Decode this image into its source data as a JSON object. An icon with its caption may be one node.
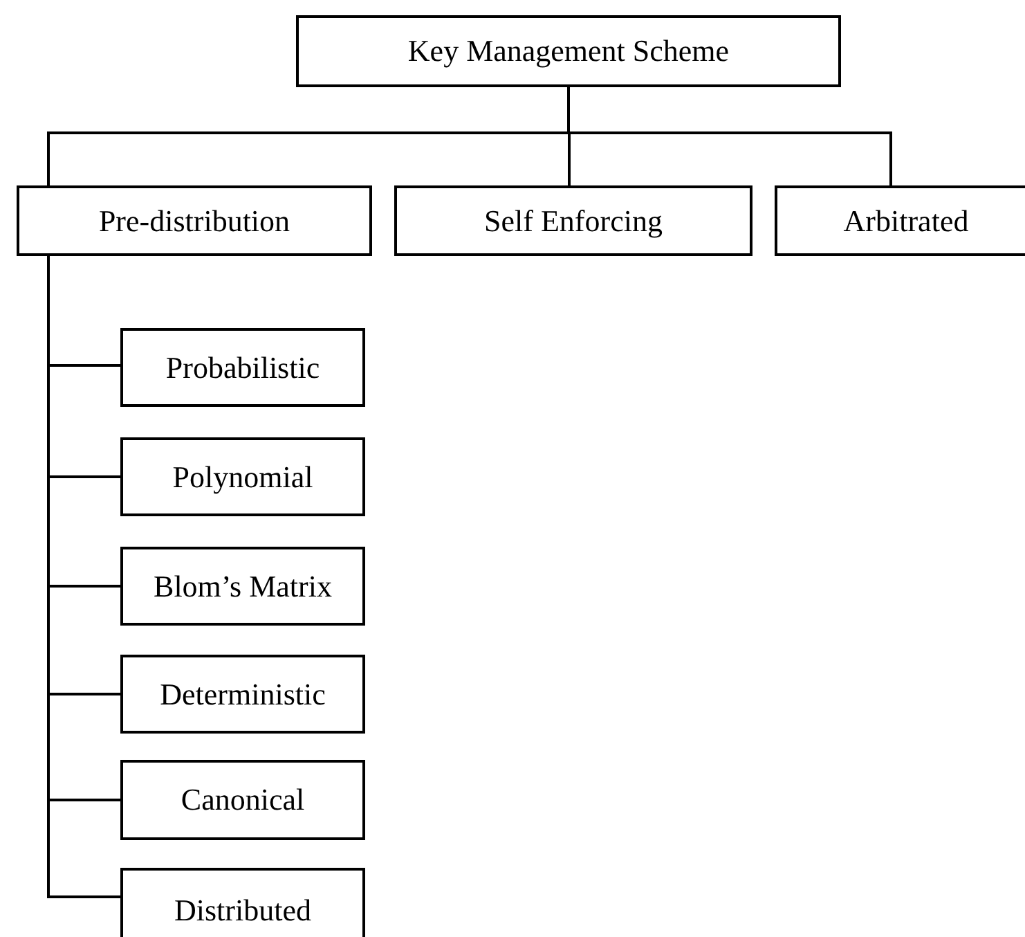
{
  "diagram": {
    "nodes": [
      {
        "text": [
          "Key Management Scheme"
        ]
      },
      {
        "text": [
          "Pre-distribution"
        ]
      },
      {
        "text": [
          "Self Enforcing"
        ]
      },
      {
        "text": [
          "Arbitrated"
        ]
      },
      {
        "text": [
          "Probabilistic"
        ]
      },
      {
        "text": [
          "Polynomial"
        ]
      },
      {
        "text": [
          "Blom’s Matrix"
        ]
      },
      {
        "text": [
          "Deterministic"
        ]
      },
      {
        "text": [
          "Canonical"
        ]
      },
      {
        "text": [
          "Distributed"
        ]
      }
    ],
    "edges": [
      {
        "from": 0,
        "to": 1,
        "arrow": "none"
      },
      {
        "from": 0,
        "to": 2,
        "arrow": "none"
      },
      {
        "from": 0,
        "to": 3,
        "arrow": "none"
      },
      {
        "from": 1,
        "to": 4,
        "arrow": "none"
      },
      {
        "from": 1,
        "to": 5,
        "arrow": "none"
      },
      {
        "from": 1,
        "to": 6,
        "arrow": "none"
      },
      {
        "from": 1,
        "to": 7,
        "arrow": "none"
      },
      {
        "from": 1,
        "to": 8,
        "arrow": "none"
      },
      {
        "from": 1,
        "to": 9,
        "arrow": "none"
      }
    ]
  }
}
